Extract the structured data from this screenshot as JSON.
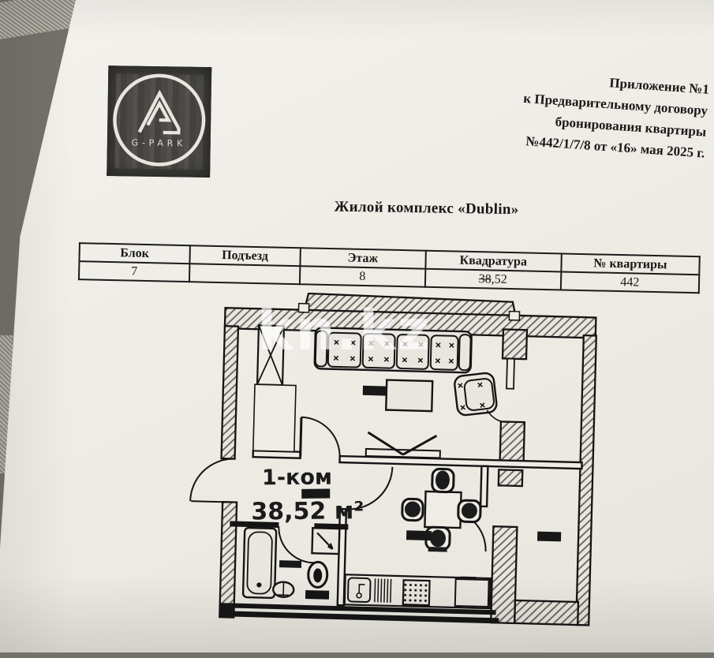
{
  "colors": {
    "paper": "#efece6",
    "ink": "#1b1b1b",
    "logo_bg": "#3f3e3c",
    "backdrop": "#72716a",
    "watermark": "rgba(255,255,255,0.58)"
  },
  "logo": {
    "caption": "G-PARK"
  },
  "header": {
    "lines": [
      "Приложение №1",
      "к Предварительному договору",
      "бронирования квартиры",
      "№442/1/7/8 от «16» мая 2025 г."
    ]
  },
  "title": "Жилой комплекс «Dublin»",
  "table": {
    "headers": [
      "Блок",
      "Подъезд",
      "Этаж",
      "Квадратура",
      "№ квартиры"
    ],
    "row": {
      "block": "7",
      "entrance": "",
      "floor": "8",
      "area_struck": "38",
      "area_rest": ",52",
      "apartment": "442"
    }
  },
  "floorplan": {
    "room_type_label": "1-ком",
    "area_label": "38,52 м²",
    "watermark": "kn.kz"
  }
}
